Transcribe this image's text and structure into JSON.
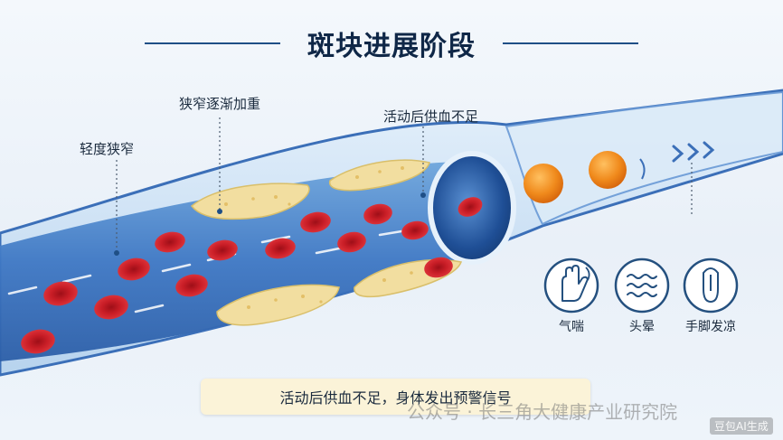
{
  "title": "斑块进展阶段",
  "stages": [
    {
      "label": "轻度狭窄"
    },
    {
      "label": "狭窄逐渐加重"
    },
    {
      "label": "活动后供血不足"
    }
  ],
  "symptoms": [
    {
      "icon": "hand-icon",
      "label": "气喘"
    },
    {
      "icon": "dizziness-waves-icon",
      "label": "头晕"
    },
    {
      "icon": "cold-foot-icon",
      "label": "手脚发凉"
    }
  ],
  "banner": "活动后供血不足，身体发出预警信号",
  "watermark": "公众号 · 长三角大健康产业研究院",
  "watermark_badge": "豆包AI生成",
  "colors": {
    "vessel_blue": "#3f78c4",
    "vessel_light": "#cfe3f6",
    "plaque": "#f2dea0",
    "red_cell": "#d9262e",
    "orange_cell": "#f08a1c",
    "title": "#0f2747"
  }
}
